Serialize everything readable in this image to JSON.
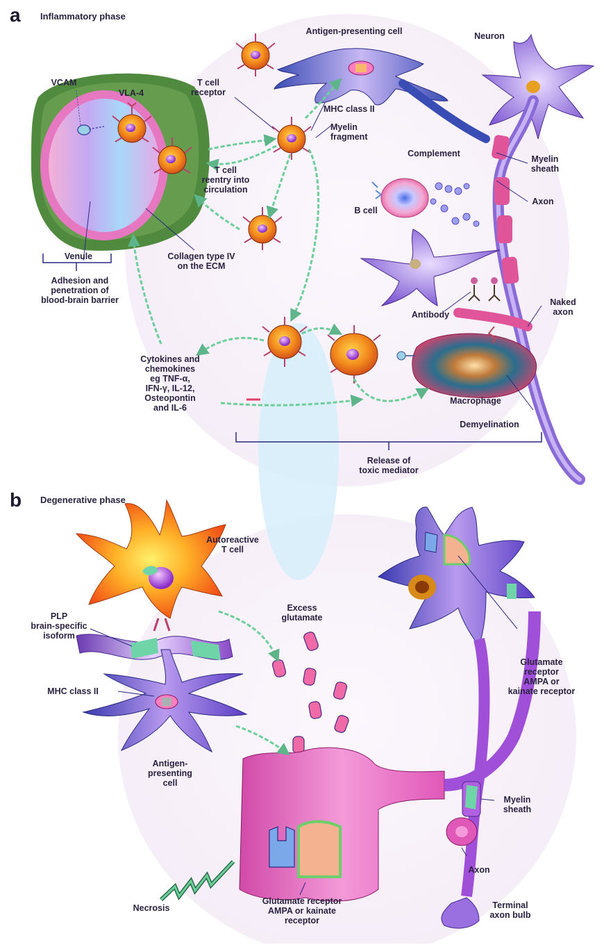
{
  "panel_a": {
    "letter": "a",
    "title": "Inflammatory phase",
    "labels": {
      "vcam": "VCAM",
      "vla4": "VLA-4",
      "venule": "Venule",
      "adhesion": "Adhesion and\npenetration of\nblood-brain barrier",
      "collagen": "Collagen type IV\non the ECM",
      "tcell_receptor": "T cell\nreceptor",
      "tcell_reentry": "T cell\nreentry into\ncirculation",
      "apc": "Antigen-presenting cell",
      "mhc": "MHC class II",
      "myelin_fragment": "Myelin\nfragment",
      "neuron": "Neuron",
      "complement": "Complement",
      "myelin_sheath": "Myelin\nsheath",
      "axon": "Axon",
      "bcell": "B cell",
      "antibody": "Antibody",
      "naked_axon": "Naked\naxon",
      "cytokines": "Cytokines and\nchemokines\neg TNF-α,\nIFN-γ, IL-12,\nOsteopontin\nand IL-6",
      "macrophage": "Macrophage",
      "demyelination": "Demyelination",
      "toxic": "Release of\ntoxic mediator"
    }
  },
  "panel_b": {
    "letter": "b",
    "title": "Degenerative phase",
    "labels": {
      "autoreactive": "Autoreactive\nT cell",
      "plp": "PLP\nbrain-specific\nisoform",
      "mhc": "MHC class II",
      "apc": "Antigen-\npresenting\ncell",
      "excess_glutamate": "Excess\nglutamate",
      "glut_receptor_right": "Glutamate\nreceptor\nAMPA or\nkainate receptor",
      "myelin_sheath": "Myelin\nsheath",
      "axon": "Axon",
      "terminal": "Terminal\naxon bulb",
      "glut_receptor_bottom": "Glutamate receptor\nAMPA or kainate\nreceptor",
      "necrosis": "Necrosis"
    }
  },
  "colors": {
    "neuron": "#8a6ad6",
    "myelin": "#e0559a",
    "tcell": "#f08a1c",
    "green_cell": "#4e8a3e",
    "arrow": "#7bd4a6",
    "text": "#2a2340"
  }
}
